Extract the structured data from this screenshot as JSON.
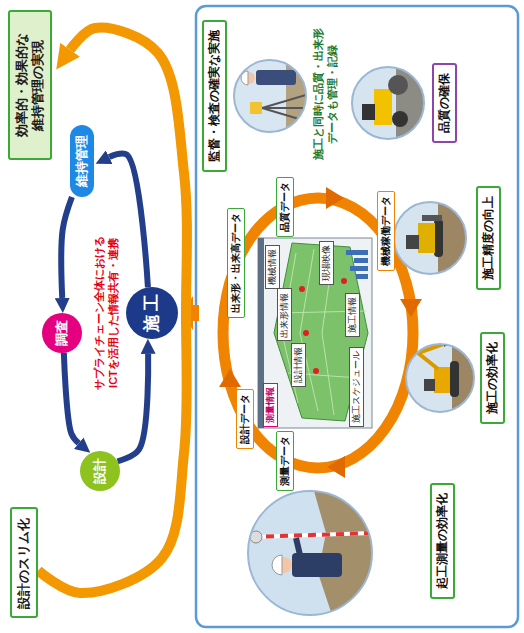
{
  "diagram": {
    "nodes": [
      {
        "text": [
          "設計のスリム化"
        ]
      },
      {
        "text": [
          "効率的・効果的な 維持管理の実現"
        ]
      },
      {
        "text": [
          "設計"
        ]
      },
      {
        "text": [
          "調査"
        ]
      },
      {
        "text": [
          "維持管理"
        ]
      },
      {
        "text": [
          "施工"
        ]
      },
      {
        "text": [
          "起工測量の効率化"
        ]
      },
      {
        "text": [
          "施工の効率化"
        ]
      },
      {
        "text": [
          "施工精度の向上"
        ]
      },
      {
        "text": [
          "品質の確保"
        ]
      },
      {
        "text": [
          "監督・検査の確実な実施"
        ]
      },
      {
        "text": [
          "測量データ"
        ]
      },
      {
        "text": [
          "設計データ"
        ]
      },
      {
        "text": [
          "出来形・出来高データ"
        ]
      },
      {
        "text": [
          "品質データ"
        ]
      },
      {
        "text": [
          "機械稼働データ"
        ]
      },
      {
        "text": [
          "測量情報"
        ]
      },
      {
        "text": [
          "設計情報"
        ]
      },
      {
        "text": [
          "出来形情報"
        ]
      },
      {
        "text": [
          "機械情報"
        ]
      },
      {
        "text": [
          "現場映像"
        ]
      },
      {
        "text": [
          "施工情報"
        ]
      },
      {
        "text": [
          "施工スケジュール"
        ]
      }
    ],
    "edges": [
      {
        "from": 0,
        "to": 1,
        "arrow": "to"
      },
      {
        "from": 3,
        "to": 2,
        "arrow": "to"
      },
      {
        "from": 2,
        "to": 5,
        "arrow": "to"
      },
      {
        "from": 5,
        "to": 4,
        "arrow": "to"
      },
      {
        "from": 4,
        "to": 3,
        "arrow": "to"
      }
    ],
    "labels": [
      "サプライチェーン全体における ICTを活用した情報共有・連携",
      "施工と同時に品質・出来形 データも管理・記録"
    ]
  }
}
